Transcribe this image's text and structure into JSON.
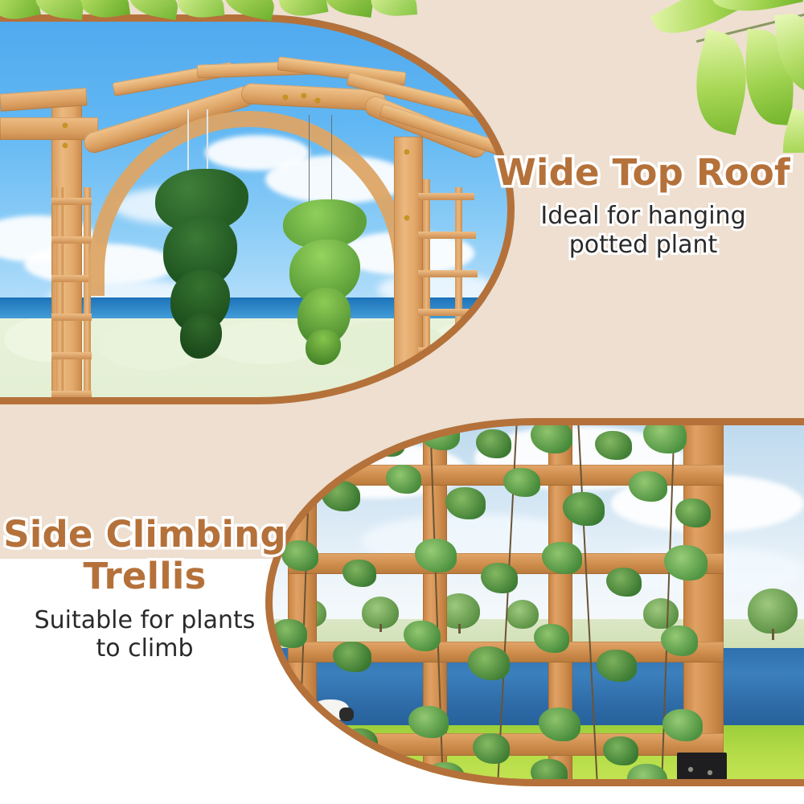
{
  "page": {
    "background_color": "#ffffff",
    "beige_color": "#eedfd0",
    "accent_brown": "#b5713a",
    "text_dark": "#2a2a2a",
    "outline_color": "#ffffff"
  },
  "decor": {
    "top_leaves_label": "leaf-branch-decoration",
    "corner_leaves_label": "corner-leaf-branch"
  },
  "panels": [
    {
      "id": "top",
      "feature_title": "Wide Top Roof",
      "feature_subtitle_line1": "Ideal for hanging",
      "feature_subtitle_line2": "potted plant",
      "image_alt": "Wooden arched pergola arbor with two hanging potted plants under a blue sky by the sea",
      "scene": {
        "sky": "blue sky with white clouds",
        "horizon": "sea",
        "foliage": "pale green trees",
        "structure": "arched wooden pergola with rafters and side lattice panels",
        "hanging_plants": [
          "dark green pothos in white pot",
          "light green creeping fig in white pot"
        ]
      }
    },
    {
      "id": "bottom",
      "feature_title_line1": "Side Climbing",
      "feature_title_line2": "Trellis",
      "feature_subtitle_line1": "Suitable for plants",
      "feature_subtitle_line2": "to climb",
      "image_alt": "Wooden side trellis covered in green ivy vines beside a lake with grass and a grazing cow",
      "scene": {
        "sky": "overcast bright sky",
        "midground": "green field with trees",
        "water": "blue lake",
        "foreground": "green grass",
        "animal": "grazing cow",
        "structure": "wooden lattice trellis with black metal base brackets",
        "plants": "climbing ivy vines"
      }
    }
  ]
}
